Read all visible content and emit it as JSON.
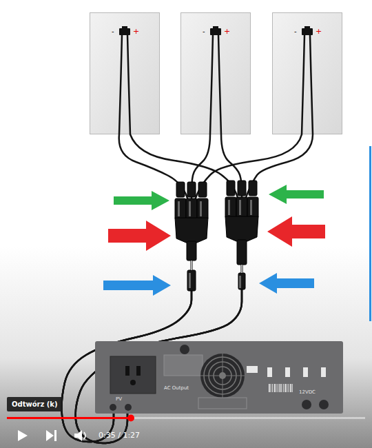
{
  "diagram": {
    "nodes": [
      {
        "text": [
          "-",
          "+"
        ]
      },
      {
        "text": [
          "-",
          "+"
        ]
      },
      {
        "text": [
          "-",
          "+"
        ]
      },
      {
        "text": [
          "AC Output",
          "PV",
          "12VDC"
        ]
      },
      {
        "text": [
          "Odtwórz (k)"
        ]
      }
    ],
    "edges": [
      {
        "from": 0,
        "to": 3,
        "arrow": "none"
      },
      {
        "from": 1,
        "to": 3,
        "arrow": "none"
      },
      {
        "from": 2,
        "to": 3,
        "arrow": "none"
      },
      {
        "from": 0,
        "to": 3,
        "arrow": "none"
      },
      {
        "from": 1,
        "to": 3,
        "arrow": "none"
      },
      {
        "from": 2,
        "to": 3,
        "arrow": "none"
      }
    ],
    "labels": [
      "0:35 / 1:27"
    ]
  }
}
